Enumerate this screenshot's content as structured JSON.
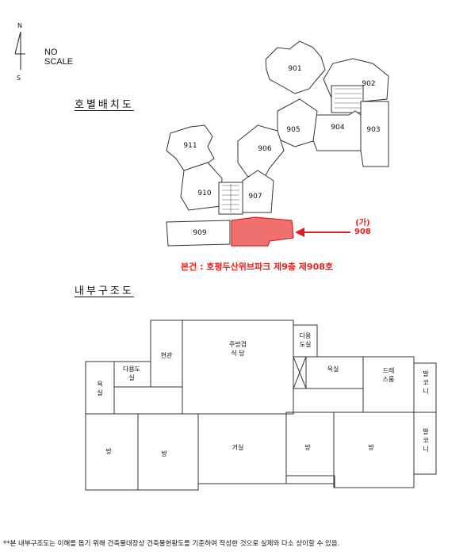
{
  "compass": {
    "north": "N",
    "south": "S",
    "note": "NO SCALE"
  },
  "site_plan": {
    "title": "호별배치도",
    "units": [
      "901",
      "902",
      "903",
      "904",
      "905",
      "906",
      "907",
      "909",
      "910",
      "911"
    ],
    "target_unit": "908",
    "arrow_label_a": "(가)",
    "arrow_label_b": "908",
    "caption": "본건 : 호평두산위브파크 제9층 제908호",
    "highlight_color": "#f07070",
    "accent_color": "#e52222"
  },
  "floor_plan": {
    "title": "내부구조도",
    "rooms": {
      "kitchen": [
        "주방겸",
        "식 당"
      ],
      "entrance": "현관",
      "utility_top": [
        "다용",
        "도실"
      ],
      "utility_left": [
        "다용도",
        "실"
      ],
      "bath_left": [
        "욕",
        "실"
      ],
      "bath_right": "욕실",
      "dressroom": [
        "드레",
        "스룸"
      ],
      "balcony_top": [
        "발",
        "코",
        "니"
      ],
      "balcony_bottom": [
        "발",
        "코",
        "니"
      ],
      "room1": "방",
      "room2": "방",
      "living": "거실",
      "room3": "방",
      "room4": "방"
    }
  },
  "footnote": "**본 내부구조도는 이해를 돕기 위해 건축물대장상 건축물현황도를  기준하여 작성한 것으로 실제와 다소 상이할 수 있음."
}
